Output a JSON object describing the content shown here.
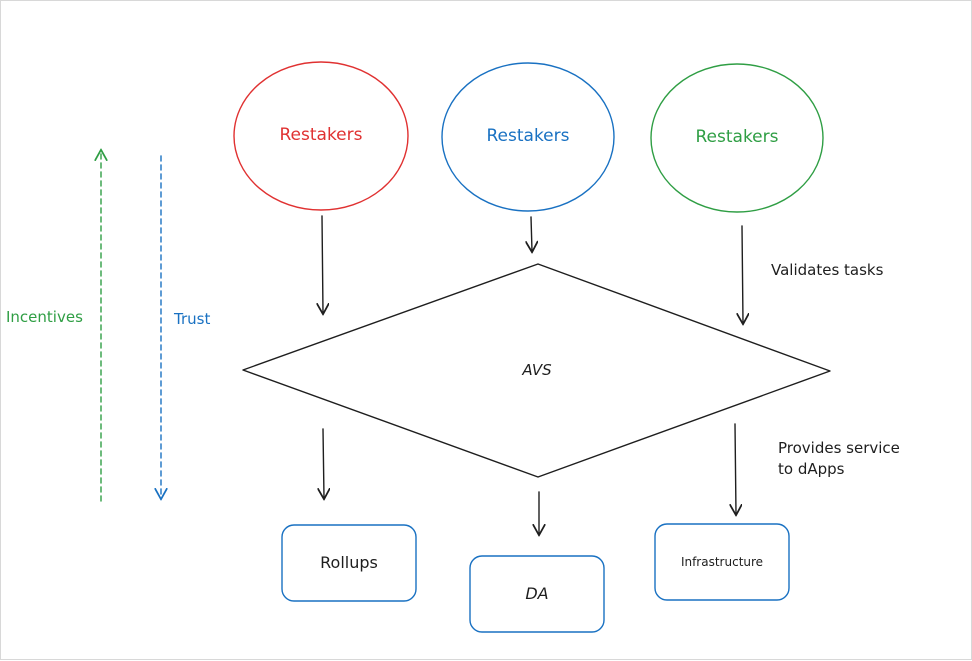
{
  "restakers": [
    {
      "label": "Restakers",
      "color": "#e03131"
    },
    {
      "label": "Restakers",
      "color": "#1971c2"
    },
    {
      "label": "Restakers",
      "color": "#2f9e44"
    }
  ],
  "avs": {
    "label": "AVS"
  },
  "annotations": {
    "validates": "Validates tasks",
    "provides_line1": "Provides service",
    "provides_line2": "to dApps"
  },
  "axes": {
    "incentives": {
      "label": "Incentives",
      "color": "#2f9e44"
    },
    "trust": {
      "label": "Trust",
      "color": "#1971c2"
    }
  },
  "services": [
    {
      "label": "Rollups"
    },
    {
      "label": "DA"
    },
    {
      "label": "Infrastructure"
    }
  ],
  "colors": {
    "ink": "#1e1e1e",
    "box_stroke": "#1971c2"
  }
}
